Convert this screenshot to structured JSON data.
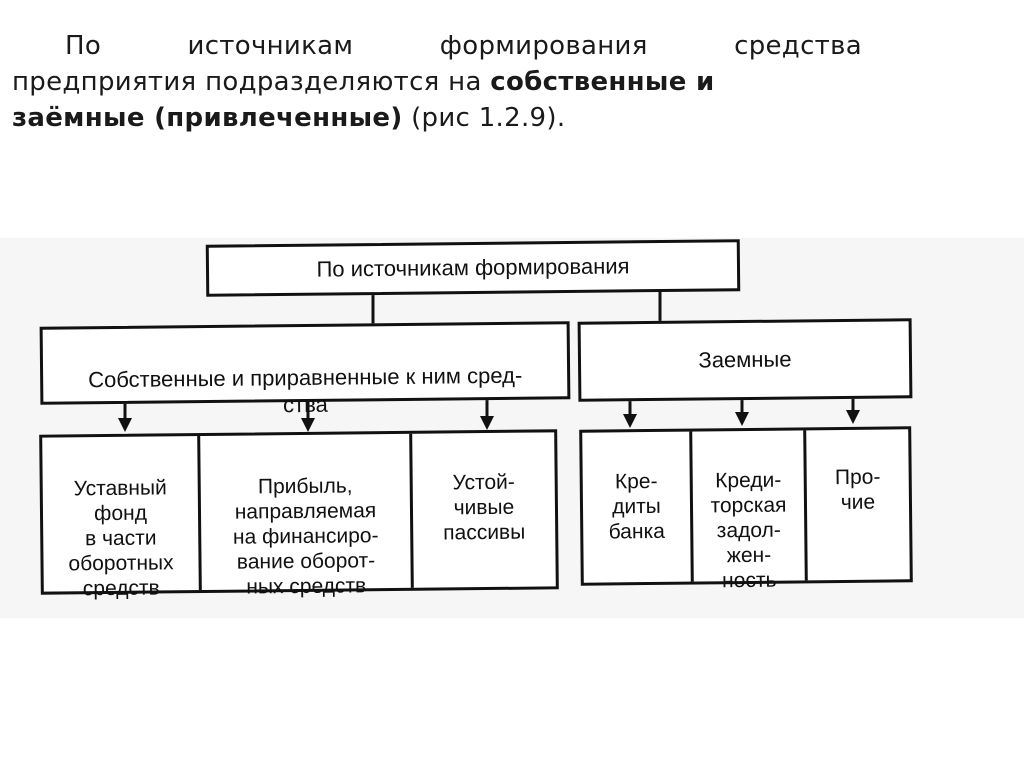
{
  "paragraph": {
    "line1_words": [
      "По",
      "источникам",
      "формирования",
      "средства"
    ],
    "line2_start": "предприятия подразделяются на ",
    "line2_bold": "собственные и",
    "line3_bold": "заёмные (привлеченные)",
    "line3_end": " (рис 1.2.9)."
  },
  "diagram": {
    "root": "По источникам формирования",
    "own": {
      "title": "Собственные и приравненные к ним сред-\nства",
      "items": [
        "Уставный\nфонд\nв части\nоборотных\nсредств",
        "Прибыль,\nнаправляемая\nна финансиро-\nвание оборот-\nных средств",
        "Устой-\nчивые\nпассивы"
      ]
    },
    "borrowed": {
      "title": "Заемные",
      "items": [
        "Кре-\nдиты\nбанка",
        "Креди-\nторская\nзадол-\nжен-\nность",
        "Про-\nчие"
      ]
    }
  }
}
